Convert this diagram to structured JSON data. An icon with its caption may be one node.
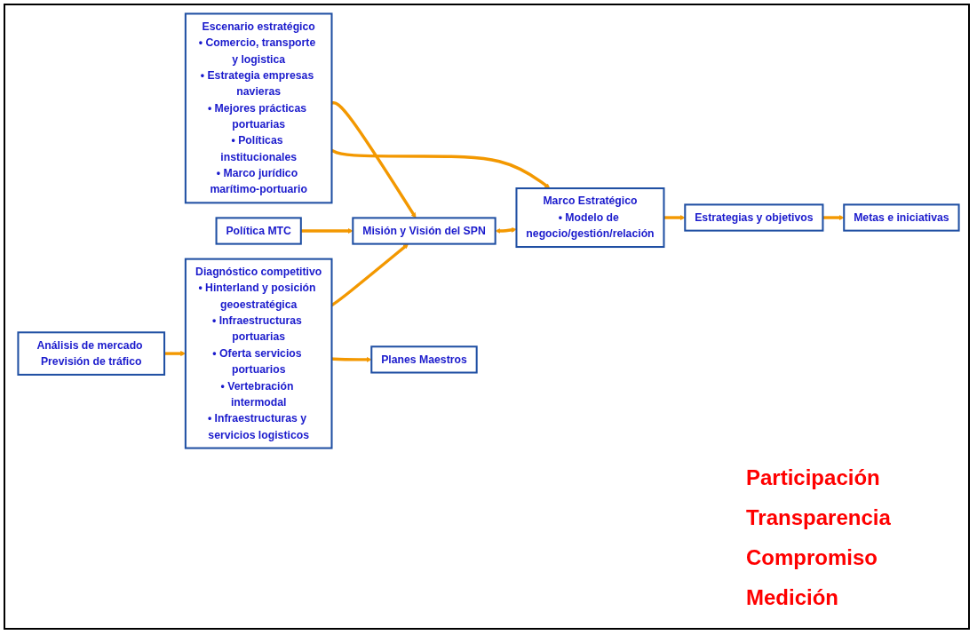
{
  "diagram": {
    "nodes": [
      {
        "text": [
          "Escenario estratégico",
          "• Comercio, transporte y logistica",
          "• Estrategia empresas navieras",
          "• Mejores prácticas portuarias",
          "• Políticas institucionales",
          "• Marco jurídico marítimo-portuario"
        ]
      },
      {
        "text": [
          "Metas e iniciativas"
        ]
      },
      {
        "text": [
          "Política MTC"
        ]
      },
      {
        "text": [
          "Misión y Visión del SPN"
        ]
      },
      {
        "text": [
          "Marco Estratégico",
          "• Modelo de negocio/gestión/relación"
        ]
      },
      {
        "text": [
          "Estrategias y objetivos"
        ]
      },
      {
        "text": [
          "Planes Maestros"
        ]
      },
      {
        "text": [
          "Análisis de mercado Previsión de tráfico"
        ]
      },
      {
        "text": [
          "Diagnóstico competitivo",
          "• Hinterland y posición geoestratégica",
          "• Infraestructuras portuarias",
          "• Oferta servicios portuarios",
          "• Vertebración intermodal",
          "• Infraestructuras y servicios logisticos"
        ]
      }
    ],
    "edges": [
      {
        "from": 0,
        "to": 3,
        "arrow": "to"
      },
      {
        "from": 0,
        "to": 4,
        "arrow": "to"
      },
      {
        "from": 2,
        "to": 3,
        "arrow": "to"
      },
      {
        "from": 3,
        "to": 4,
        "arrow": "both"
      },
      {
        "from": 4,
        "to": 5,
        "arrow": "to"
      },
      {
        "from": 5,
        "to": 1,
        "arrow": "to"
      },
      {
        "from": 8,
        "to": 3,
        "arrow": "to"
      },
      {
        "from": 8,
        "to": 6,
        "arrow": "to"
      },
      {
        "from": 7,
        "to": 8,
        "arrow": "to"
      }
    ],
    "labels": [
      "Participación",
      "Transparencia",
      "Compromiso",
      "Medición"
    ]
  }
}
